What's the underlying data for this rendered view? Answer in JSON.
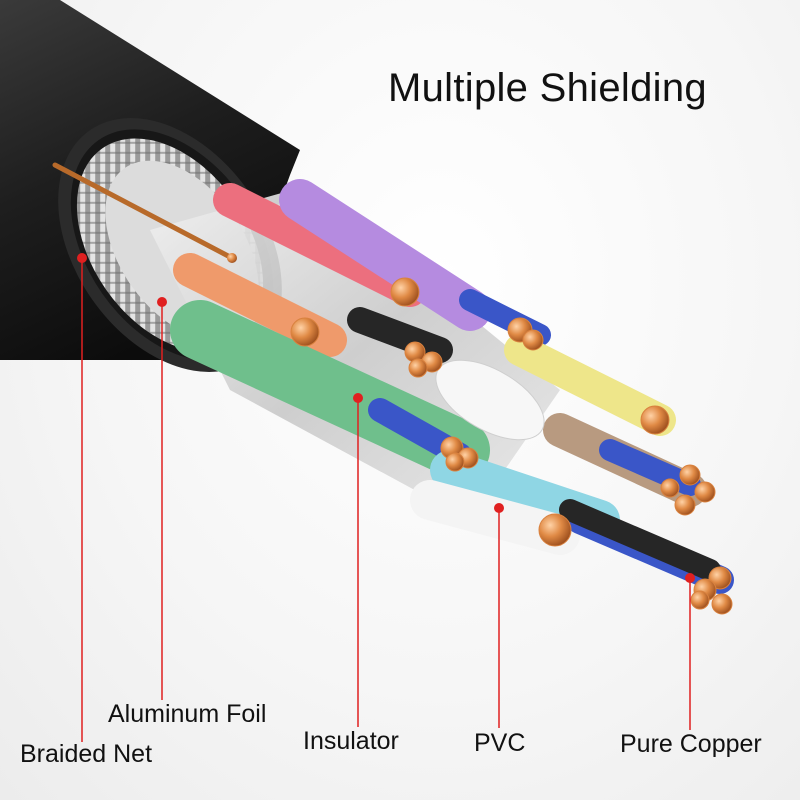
{
  "title": "Multiple Shielding",
  "labels": {
    "braided_net": "Braided Net",
    "aluminum_foil": "Aluminum Foil",
    "insulator": "Insulator",
    "pvc": "PVC",
    "pure_copper": "Pure Copper"
  },
  "colors": {
    "jacket": "#2a2a2a",
    "braid": "#bfbfbf",
    "foil": "#d6d6d6",
    "copper": "#d9823f",
    "marker_dot": "#e02020",
    "pointer_line": "#e02020",
    "wire_red": "#ec6f7e",
    "wire_purple": "#b58be0",
    "wire_orange": "#ef9a6b",
    "wire_green": "#6fbf8c",
    "wire_yellow": "#eee68a",
    "wire_blue": "#3a56c8",
    "wire_cyan": "#8fd6e4",
    "wire_white": "#f4f4f4",
    "wire_black": "#262626",
    "wire_brown": "#b89a80"
  }
}
